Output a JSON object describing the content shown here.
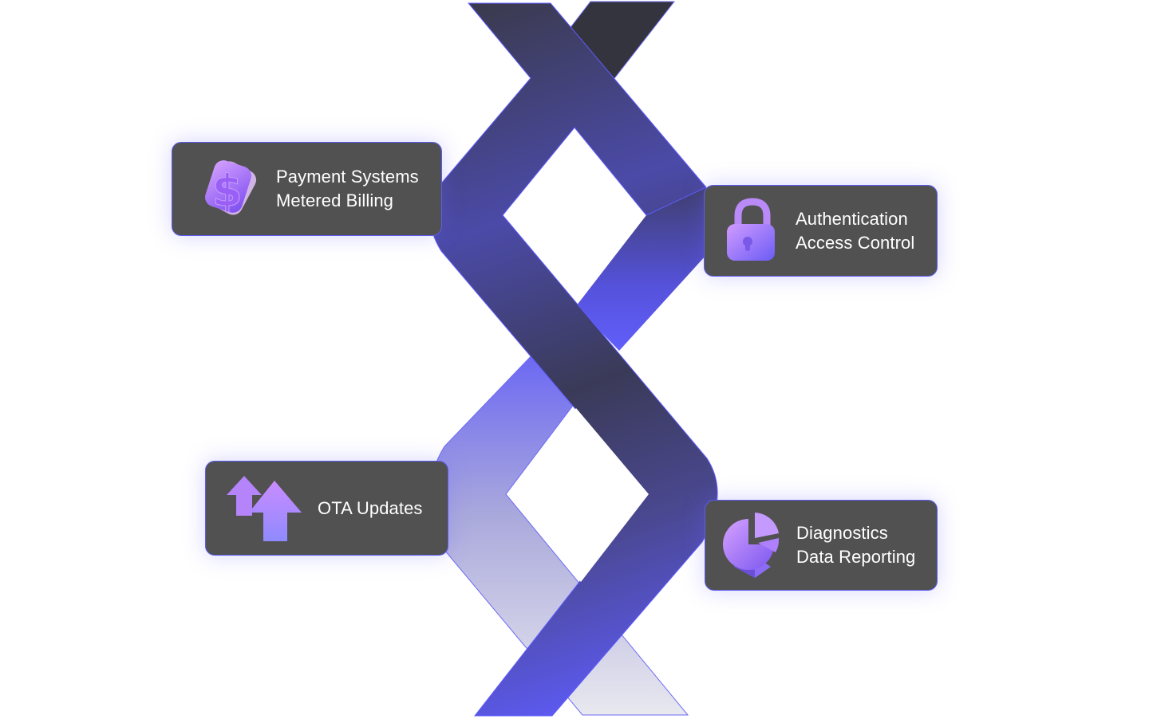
{
  "colors": {
    "card_background": "#515151",
    "card_border": "#5c5cf0",
    "ribbon_dark": "#2e2e3a",
    "ribbon_accent": "#5f5cff",
    "ribbon_fade": "#e8e8ee",
    "icon_purple": "#b06cf8",
    "text": "#ffffff"
  },
  "features": [
    {
      "icon": "dollar-cards-icon",
      "lines": [
        "Payment Systems",
        "Metered Billing"
      ]
    },
    {
      "icon": "padlock-icon",
      "lines": [
        "Authentication",
        "Access Control"
      ]
    },
    {
      "icon": "upload-arrows-icon",
      "lines": [
        "OTA Updates"
      ]
    },
    {
      "icon": "pie-chart-icon",
      "lines": [
        "Diagnostics",
        "Data Reporting"
      ]
    }
  ]
}
